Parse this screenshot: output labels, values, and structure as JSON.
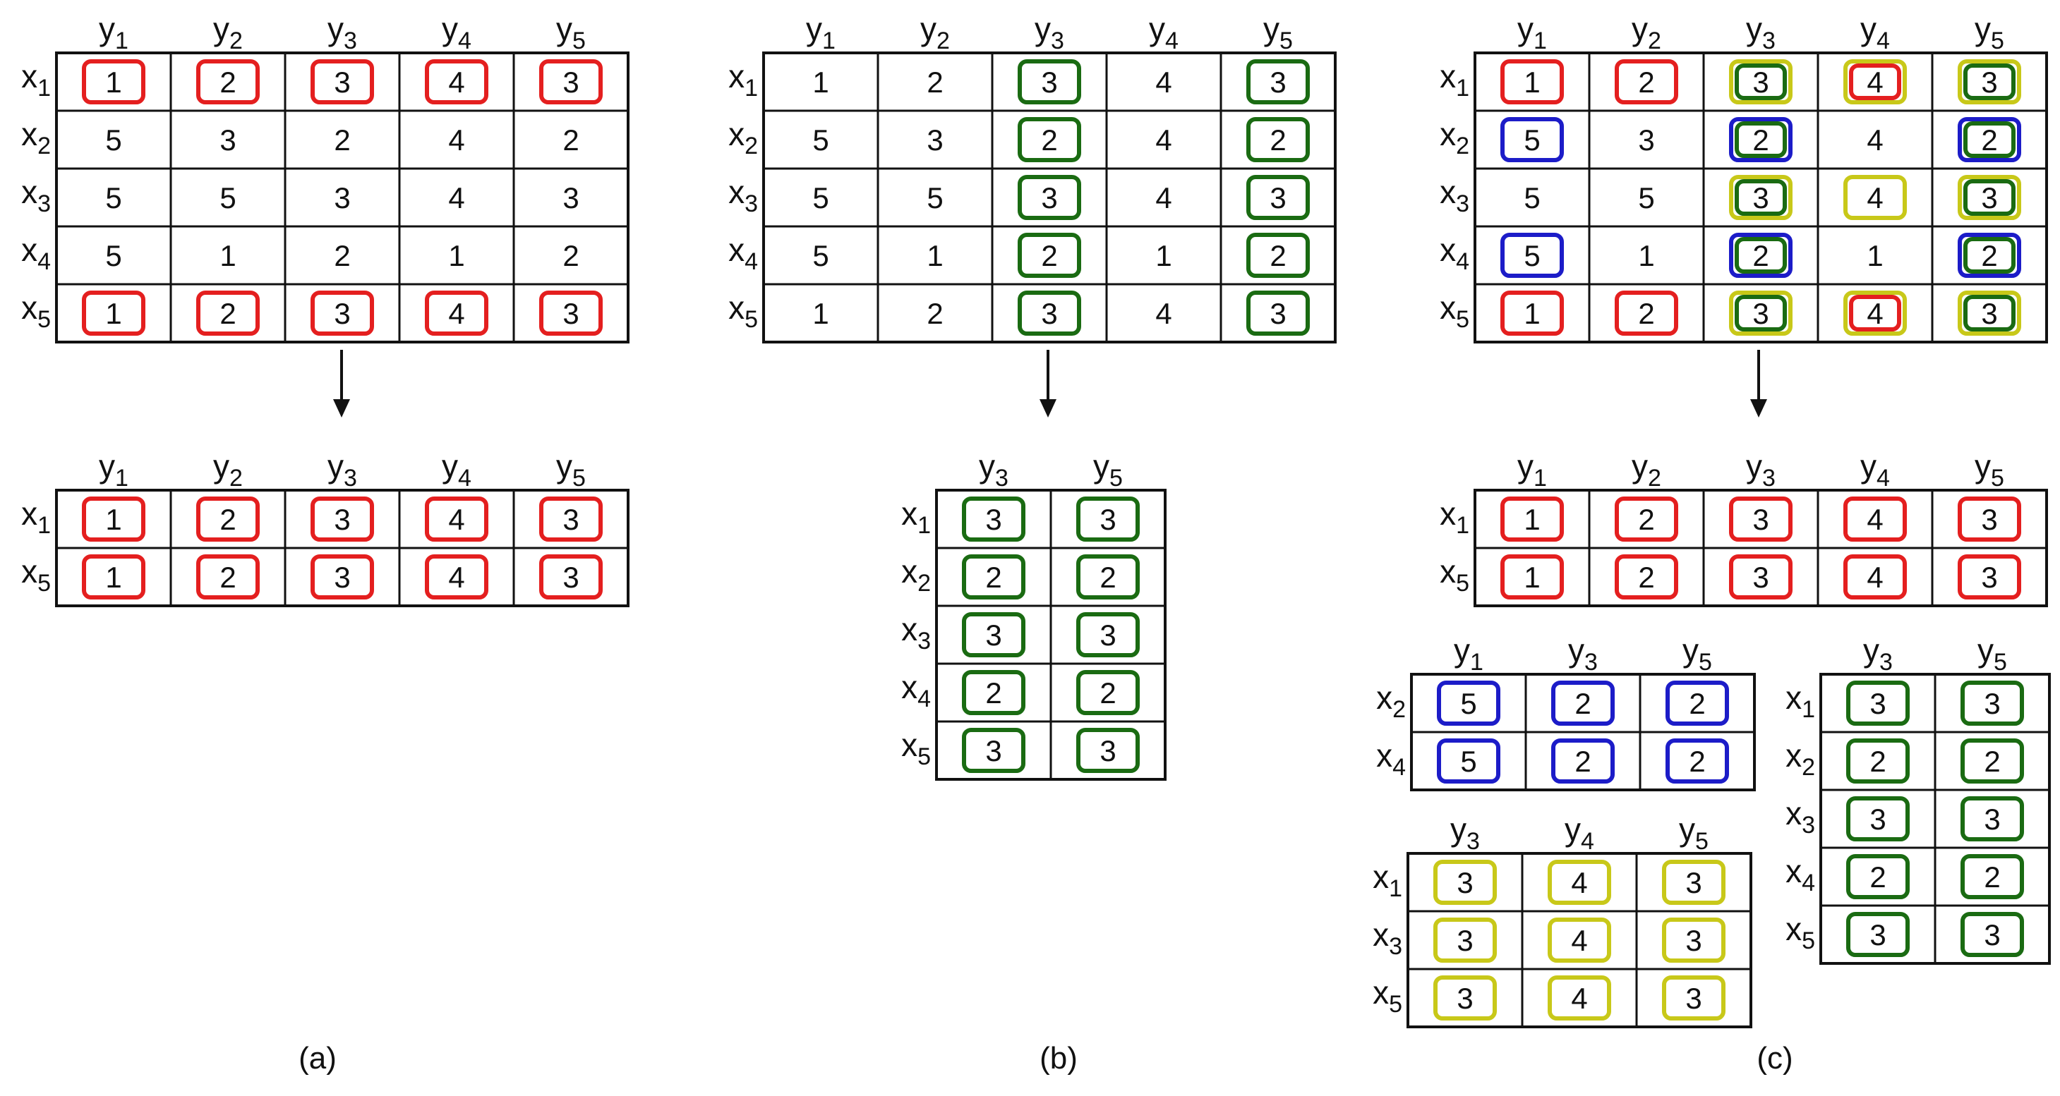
{
  "colors": {
    "red": "#e41f1f",
    "green": "#1a6b12",
    "blue": "#1c1cc8",
    "yellow": "#c8c819",
    "line": "#111111"
  },
  "panel_labels": [
    "(a)",
    "(b)",
    "(c)"
  ],
  "matrices": [
    {
      "id": "a-top",
      "rows": [
        "1",
        "2",
        "3",
        "4",
        "5"
      ],
      "cols": [
        "1",
        "2",
        "3",
        "4",
        "5"
      ],
      "cells": [
        [
          "1",
          "2",
          "3",
          "4",
          "3"
        ],
        [
          "5",
          "3",
          "2",
          "4",
          "2"
        ],
        [
          "5",
          "5",
          "3",
          "4",
          "3"
        ],
        [
          "5",
          "1",
          "2",
          "1",
          "2"
        ],
        [
          "1",
          "2",
          "3",
          "4",
          "3"
        ]
      ],
      "highlights": [
        {
          "color": "red",
          "cells": [
            [
              0,
              0
            ],
            [
              0,
              1
            ],
            [
              0,
              2
            ],
            [
              0,
              3
            ],
            [
              0,
              4
            ],
            [
              4,
              0
            ],
            [
              4,
              1
            ],
            [
              4,
              2
            ],
            [
              4,
              3
            ],
            [
              4,
              4
            ]
          ]
        }
      ]
    },
    {
      "id": "a-bottom",
      "rows": [
        "1",
        "5"
      ],
      "cols": [
        "1",
        "2",
        "3",
        "4",
        "5"
      ],
      "cells": [
        [
          "1",
          "2",
          "3",
          "4",
          "3"
        ],
        [
          "1",
          "2",
          "3",
          "4",
          "3"
        ]
      ],
      "highlights": [
        {
          "color": "red",
          "cells": [
            [
              0,
              0
            ],
            [
              0,
              1
            ],
            [
              0,
              2
            ],
            [
              0,
              3
            ],
            [
              0,
              4
            ],
            [
              1,
              0
            ],
            [
              1,
              1
            ],
            [
              1,
              2
            ],
            [
              1,
              3
            ],
            [
              1,
              4
            ]
          ]
        }
      ]
    },
    {
      "id": "b-top",
      "rows": [
        "1",
        "2",
        "3",
        "4",
        "5"
      ],
      "cols": [
        "1",
        "2",
        "3",
        "4",
        "5"
      ],
      "cells": [
        [
          "1",
          "2",
          "3",
          "4",
          "3"
        ],
        [
          "5",
          "3",
          "2",
          "4",
          "2"
        ],
        [
          "5",
          "5",
          "3",
          "4",
          "3"
        ],
        [
          "5",
          "1",
          "2",
          "1",
          "2"
        ],
        [
          "1",
          "2",
          "3",
          "4",
          "3"
        ]
      ],
      "highlights": [
        {
          "color": "green",
          "cells": [
            [
              0,
              2
            ],
            [
              1,
              2
            ],
            [
              2,
              2
            ],
            [
              3,
              2
            ],
            [
              4,
              2
            ],
            [
              0,
              4
            ],
            [
              1,
              4
            ],
            [
              2,
              4
            ],
            [
              3,
              4
            ],
            [
              4,
              4
            ]
          ]
        }
      ]
    },
    {
      "id": "b-bottom",
      "rows": [
        "1",
        "2",
        "3",
        "4",
        "5"
      ],
      "cols": [
        "3",
        "5"
      ],
      "cells": [
        [
          "3",
          "3"
        ],
        [
          "2",
          "2"
        ],
        [
          "3",
          "3"
        ],
        [
          "2",
          "2"
        ],
        [
          "3",
          "3"
        ]
      ],
      "highlights": [
        {
          "color": "green",
          "cells": [
            [
              0,
              0
            ],
            [
              1,
              0
            ],
            [
              2,
              0
            ],
            [
              3,
              0
            ],
            [
              4,
              0
            ],
            [
              0,
              1
            ],
            [
              1,
              1
            ],
            [
              2,
              1
            ],
            [
              3,
              1
            ],
            [
              4,
              1
            ]
          ]
        }
      ]
    },
    {
      "id": "c-top",
      "rows": [
        "1",
        "2",
        "3",
        "4",
        "5"
      ],
      "cols": [
        "1",
        "2",
        "3",
        "4",
        "5"
      ],
      "cells": [
        [
          "1",
          "2",
          "3",
          "4",
          "3"
        ],
        [
          "5",
          "3",
          "2",
          "4",
          "2"
        ],
        [
          "5",
          "5",
          "3",
          "4",
          "3"
        ],
        [
          "5",
          "1",
          "2",
          "1",
          "2"
        ],
        [
          "1",
          "2",
          "3",
          "4",
          "3"
        ]
      ],
      "highlights": [
        {
          "color": "yellow",
          "cells": [
            [
              0,
              2
            ],
            [
              0,
              3
            ],
            [
              0,
              4
            ],
            [
              2,
              2
            ],
            [
              2,
              3
            ],
            [
              2,
              4
            ],
            [
              4,
              2
            ],
            [
              4,
              3
            ],
            [
              4,
              4
            ]
          ]
        },
        {
          "color": "blue",
          "cells": [
            [
              1,
              0
            ],
            [
              1,
              2
            ],
            [
              1,
              4
            ],
            [
              3,
              0
            ],
            [
              3,
              2
            ],
            [
              3,
              4
            ]
          ]
        },
        {
          "color": "red",
          "cells": [
            [
              0,
              0
            ],
            [
              0,
              1
            ],
            [
              0,
              3
            ],
            [
              4,
              0
            ],
            [
              4,
              1
            ],
            [
              4,
              3
            ]
          ]
        },
        {
          "color": "green",
          "cells": [
            [
              0,
              2
            ],
            [
              1,
              2
            ],
            [
              2,
              2
            ],
            [
              3,
              2
            ],
            [
              4,
              2
            ],
            [
              0,
              4
            ],
            [
              1,
              4
            ],
            [
              2,
              4
            ],
            [
              3,
              4
            ],
            [
              4,
              4
            ]
          ]
        }
      ]
    },
    {
      "id": "c-red",
      "rows": [
        "1",
        "5"
      ],
      "cols": [
        "1",
        "2",
        "3",
        "4",
        "5"
      ],
      "cells": [
        [
          "1",
          "2",
          "3",
          "4",
          "3"
        ],
        [
          "1",
          "2",
          "3",
          "4",
          "3"
        ]
      ],
      "highlights": [
        {
          "color": "red",
          "cells": [
            [
              0,
              0
            ],
            [
              0,
              1
            ],
            [
              0,
              2
            ],
            [
              0,
              3
            ],
            [
              0,
              4
            ],
            [
              1,
              0
            ],
            [
              1,
              1
            ],
            [
              1,
              2
            ],
            [
              1,
              3
            ],
            [
              1,
              4
            ]
          ]
        }
      ]
    },
    {
      "id": "c-blue",
      "rows": [
        "2",
        "4"
      ],
      "cols": [
        "1",
        "3",
        "5"
      ],
      "cells": [
        [
          "5",
          "2",
          "2"
        ],
        [
          "5",
          "2",
          "2"
        ]
      ],
      "highlights": [
        {
          "color": "blue",
          "cells": [
            [
              0,
              0
            ],
            [
              0,
              1
            ],
            [
              0,
              2
            ],
            [
              1,
              0
            ],
            [
              1,
              1
            ],
            [
              1,
              2
            ]
          ]
        }
      ]
    },
    {
      "id": "c-yellow",
      "rows": [
        "1",
        "3",
        "5"
      ],
      "cols": [
        "3",
        "4",
        "5"
      ],
      "cells": [
        [
          "3",
          "4",
          "3"
        ],
        [
          "3",
          "4",
          "3"
        ],
        [
          "3",
          "4",
          "3"
        ]
      ],
      "highlights": [
        {
          "color": "yellow",
          "cells": [
            [
              0,
              0
            ],
            [
              0,
              1
            ],
            [
              0,
              2
            ],
            [
              1,
              0
            ],
            [
              1,
              1
            ],
            [
              1,
              2
            ],
            [
              2,
              0
            ],
            [
              2,
              1
            ],
            [
              2,
              2
            ]
          ]
        }
      ]
    },
    {
      "id": "c-green",
      "rows": [
        "1",
        "2",
        "3",
        "4",
        "5"
      ],
      "cols": [
        "3",
        "5"
      ],
      "cells": [
        [
          "3",
          "3"
        ],
        [
          "2",
          "2"
        ],
        [
          "3",
          "3"
        ],
        [
          "2",
          "2"
        ],
        [
          "3",
          "3"
        ]
      ],
      "highlights": [
        {
          "color": "green",
          "cells": [
            [
              0,
              0
            ],
            [
              1,
              0
            ],
            [
              2,
              0
            ],
            [
              3,
              0
            ],
            [
              4,
              0
            ],
            [
              0,
              1
            ],
            [
              1,
              1
            ],
            [
              2,
              1
            ],
            [
              3,
              1
            ],
            [
              4,
              1
            ]
          ]
        }
      ]
    }
  ]
}
